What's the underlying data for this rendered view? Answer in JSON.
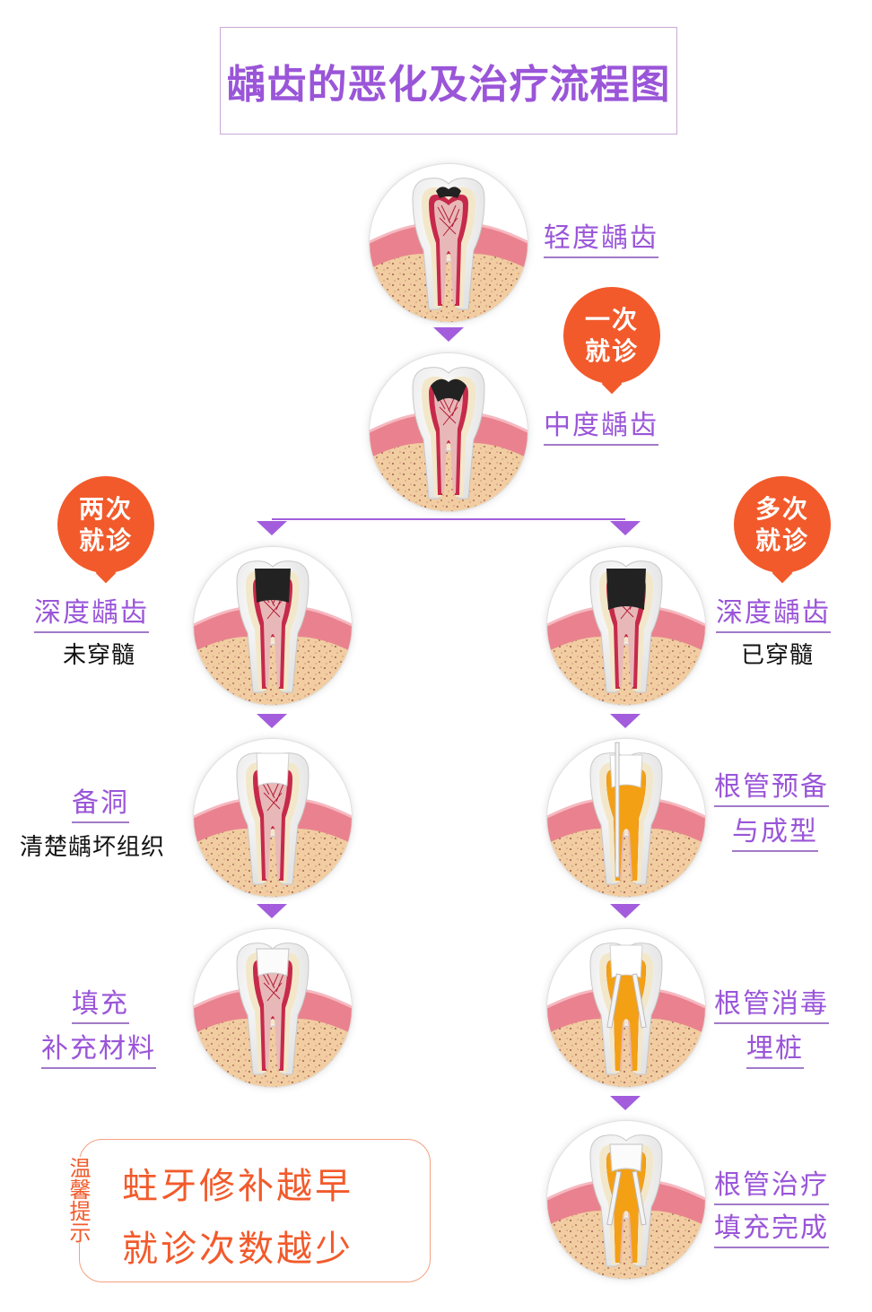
{
  "title": "龋齿的恶化及治疗流程图",
  "colors": {
    "accent": "#9a55d8",
    "badge": "#f25a2b",
    "pulp": "#c62a4a",
    "gum": "#e9828e",
    "bone": "#f1cda1"
  },
  "nodes": {
    "mild": {
      "label": "轻度龋齿"
    },
    "moderate": {
      "label": "中度龋齿"
    },
    "deep_left": {
      "label": "深度龋齿",
      "sub": "未穿髓"
    },
    "deep_right": {
      "label": "深度龋齿",
      "sub": "已穿髓"
    },
    "prep": {
      "label": "备洞",
      "sub": "清楚龋坏组织"
    },
    "fill": {
      "label1": "填充",
      "label2": "补充材料"
    },
    "canal_prep": {
      "label1": "根管预备",
      "label2": "与成型"
    },
    "canal_disinfect": {
      "label1": "根管消毒",
      "label2": "埋桩"
    },
    "canal_done": {
      "label1": "根管治疗",
      "label2": "填充完成"
    }
  },
  "badges": {
    "once": [
      "一次",
      "就诊"
    ],
    "twice": [
      "两次",
      "就诊"
    ],
    "many": [
      "多次",
      "就诊"
    ]
  },
  "tip": {
    "label": "温馨提示",
    "line1": "蛀牙修补越早",
    "line2": "就诊次数越少"
  }
}
